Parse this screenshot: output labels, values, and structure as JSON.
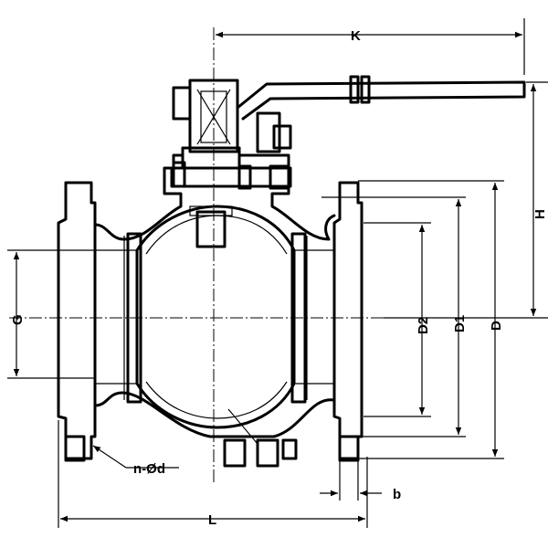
{
  "labels": {
    "K": "K",
    "H": "H",
    "G": "G",
    "D2": "D2",
    "D1": "D1",
    "D": "D",
    "bolt_holes": "n-Ød",
    "b": "b",
    "L": "L"
  },
  "colors": {
    "line": "#000000",
    "background": "#ffffff"
  }
}
